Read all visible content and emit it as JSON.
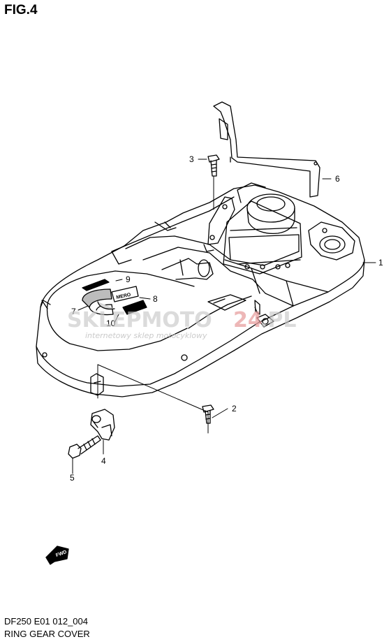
{
  "figure": {
    "title": "FIG.4",
    "code": "DF250 E01 012_004",
    "name": "RING GEAR COVER"
  },
  "callouts": {
    "c1": "1",
    "c2": "2",
    "c3": "3",
    "c4": "4",
    "c5": "5",
    "c6": "6",
    "c7": "7",
    "c8": "8",
    "c9": "9",
    "c10": "10"
  },
  "watermark": {
    "line1a": "SKLEPMOTO",
    "line1b": "24",
    "line1c": ".PL",
    "line2": "internetowy sklep motocyklowy"
  },
  "fwd_label": "FWD",
  "decal_label": "MERO"
}
